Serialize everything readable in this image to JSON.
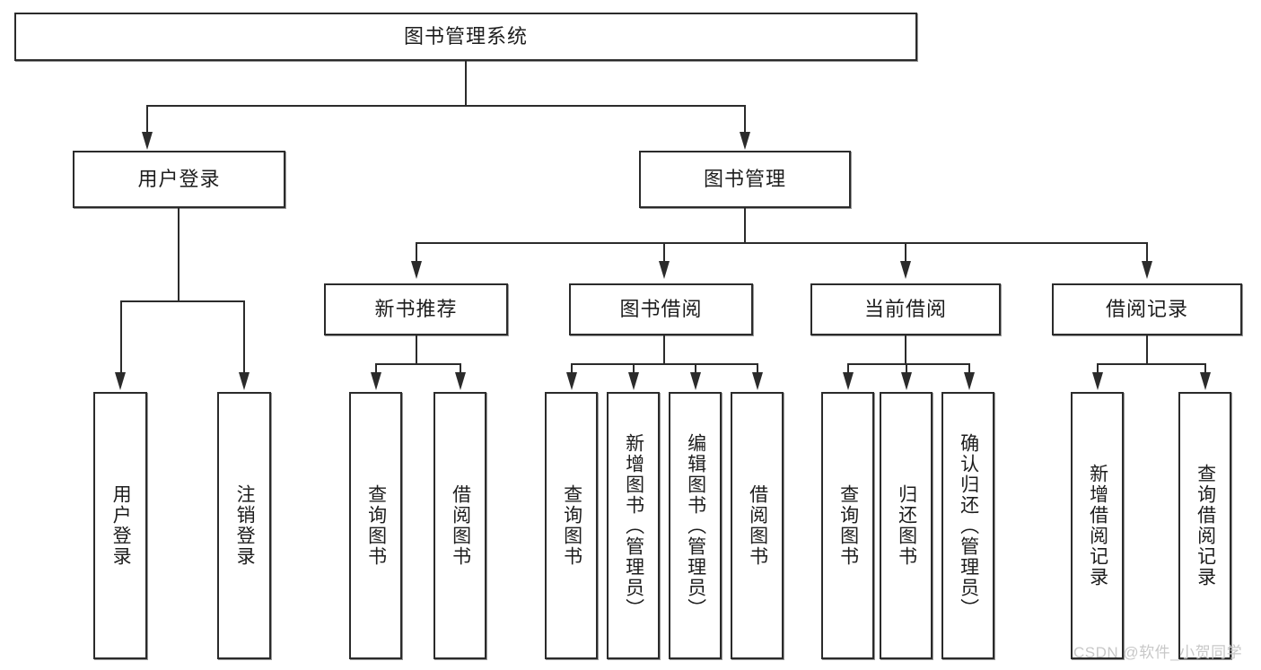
{
  "diagram": {
    "title_node": {
      "label": "图书管理系统"
    },
    "level2": [
      {
        "label": "用户登录"
      },
      {
        "label": "图书管理"
      }
    ],
    "level3": [
      {
        "label": "新书推荐"
      },
      {
        "label": "图书借阅"
      },
      {
        "label": "当前借阅"
      },
      {
        "label": "借阅记录"
      }
    ],
    "leaves": {
      "user_login": [
        {
          "label": "用户登录"
        },
        {
          "label": "注销登录"
        }
      ],
      "new_book_recommend": [
        {
          "label": "查询图书"
        },
        {
          "label": "借阅图书"
        }
      ],
      "book_borrow": [
        {
          "label": "查询图书"
        },
        {
          "label": "新增图书（管理员）"
        },
        {
          "label": "编辑图书（管理员）"
        },
        {
          "label": "借阅图书"
        }
      ],
      "current_borrow": [
        {
          "label": "查询图书"
        },
        {
          "label": "归还图书"
        },
        {
          "label": "确认归还（管理员）"
        }
      ],
      "borrow_records": [
        {
          "label": "新增借阅记录"
        },
        {
          "label": "查询借阅记录"
        }
      ]
    }
  },
  "watermark": {
    "text": "CSDN @软件_小贺同学"
  },
  "colors": {
    "border": "#2b2b2b",
    "background": "#ffffff",
    "text": "#1d1d1d",
    "watermark": "#c8c8c8"
  }
}
